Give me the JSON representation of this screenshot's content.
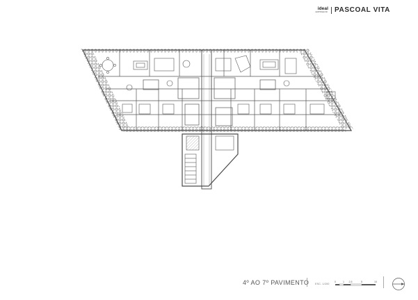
{
  "brand": {
    "wordmark": "ideal",
    "sub": "EMPREEND.",
    "name": "PASCOAL VITA"
  },
  "plan": {
    "title": "4º AO 7º PAVIMENTO",
    "scale_label": "ESC. 1/200",
    "scale_ticks": [
      "0",
      "1",
      "2,5",
      "5",
      "10"
    ],
    "icons": {
      "north": "north-arrow-icon"
    },
    "colors": {
      "line": "#4a4a4a",
      "planting": "#6a6a6a",
      "background": "#ffffff"
    }
  }
}
